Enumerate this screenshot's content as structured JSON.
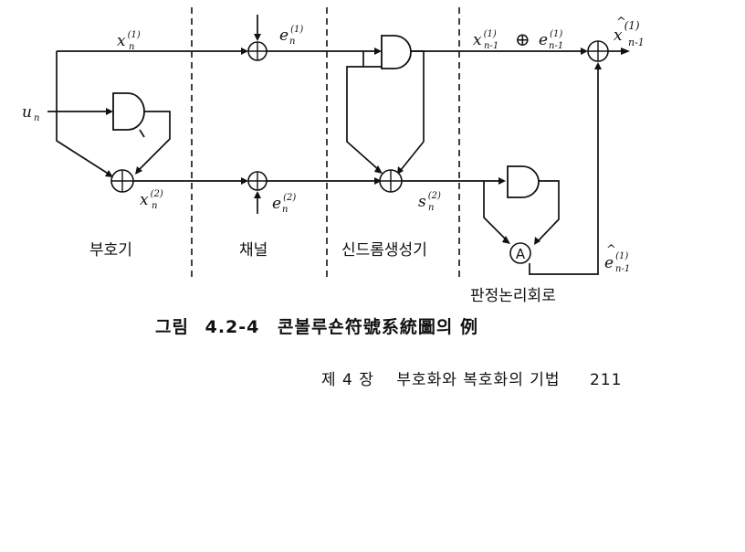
{
  "labels": {
    "un_main": "u",
    "un_sub": "n",
    "x1_main": "x",
    "x1_sup": "(1)",
    "x1_sub": "n",
    "x2_main": "x",
    "x2_sup": "(2)",
    "x2_sub": "n",
    "e1_main": "e",
    "e1_sup": "(1)",
    "e1_sub": "n",
    "e2_main": "e",
    "e2_sup": "(2)",
    "e2_sub": "n",
    "s2_main": "s",
    "s2_sup": "(2)",
    "s2_sub": "n",
    "xprev_main": "x",
    "xprev_sup": "(1)",
    "xprev_sub": "n-1",
    "oplus": "⊕",
    "eprev_main": "e",
    "eprev_sup": "(1)",
    "eprev_sub": "n-1",
    "xhat_hat": "^",
    "xhat_main": "x",
    "xhat_sup": "(1)",
    "xhat_sub": "n-1",
    "ehat_hat": "^",
    "ehat_main": "e",
    "ehat_sup": "(1)",
    "ehat_sub": "n-1",
    "a_gate": "A"
  },
  "sections": {
    "encoder": "부호기",
    "channel": "채널",
    "syndrome": "신드롬생성기",
    "decision": "판정논리회로"
  },
  "caption": {
    "prefix": "그림",
    "number": "4.2-4",
    "title": "콘볼루숀符號系統圖의 例"
  },
  "footer": {
    "chapter": "제 4 장",
    "title": "부호화와 복호화의 기법",
    "page": "211"
  }
}
